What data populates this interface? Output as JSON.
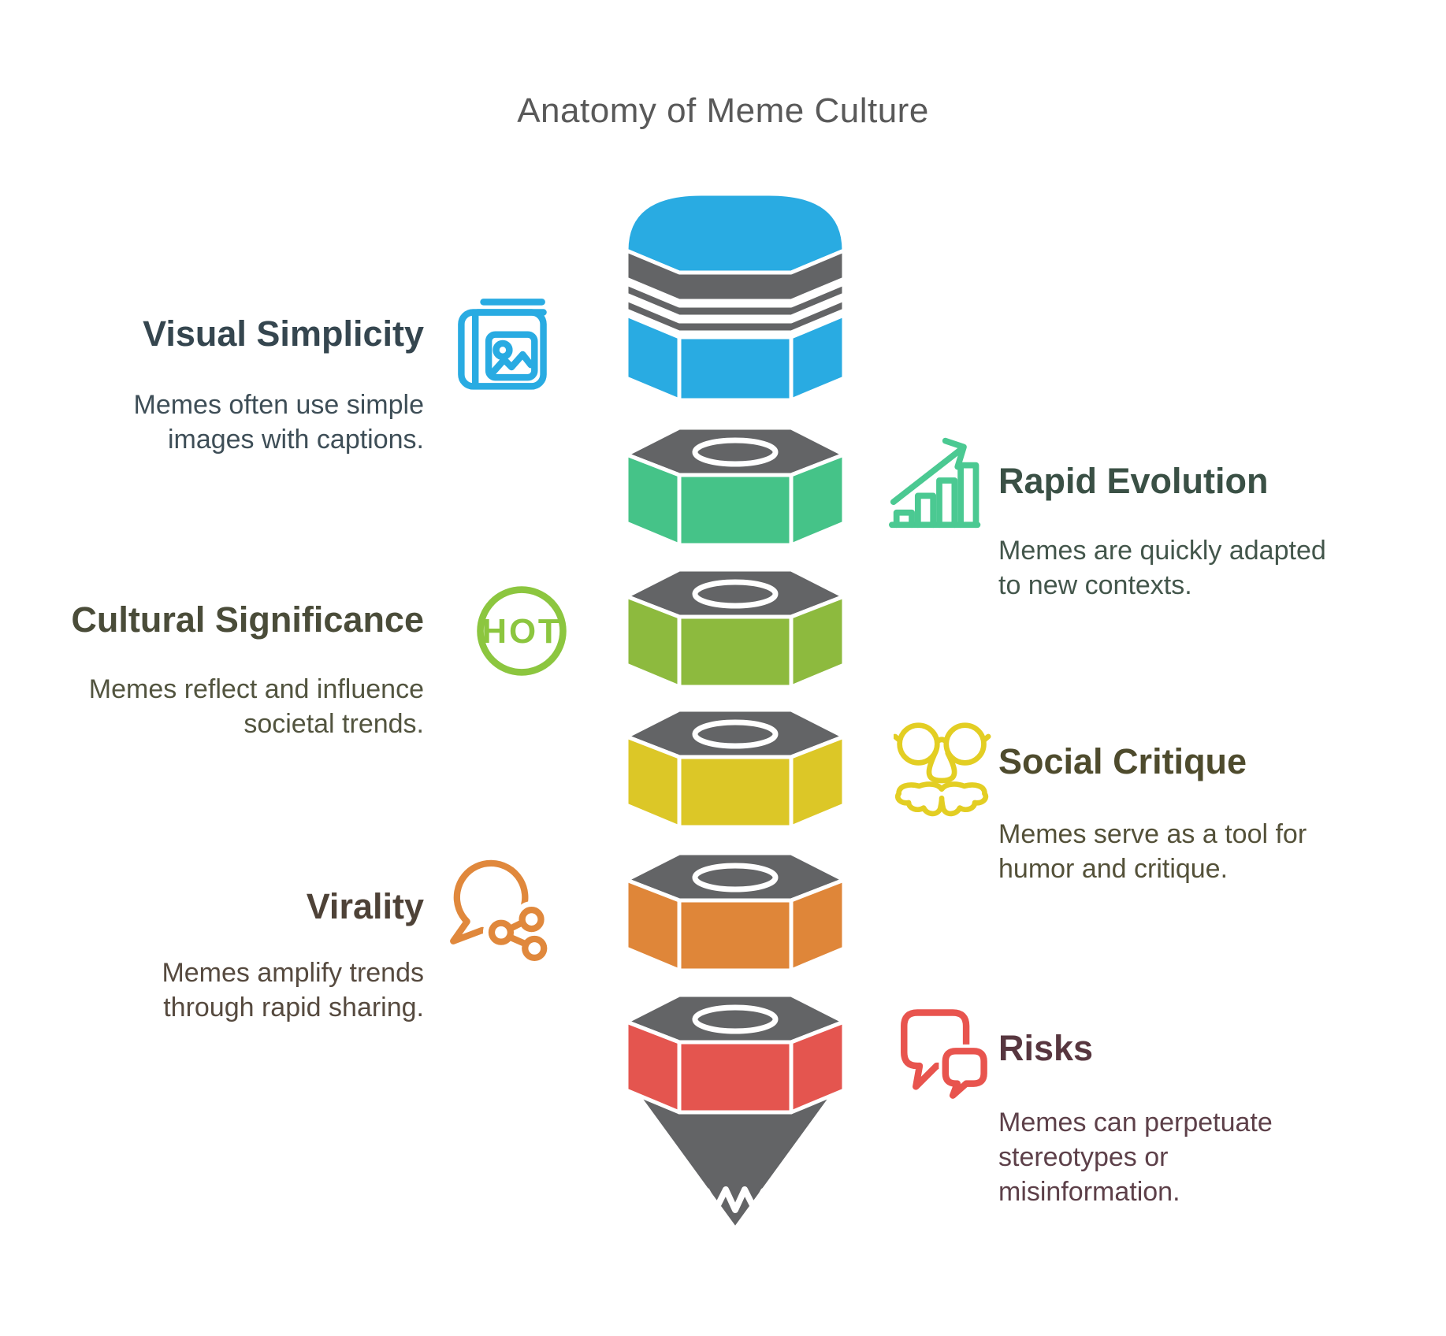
{
  "title": {
    "text": "Anatomy of Meme Culture",
    "color": "#595959"
  },
  "pencil": {
    "gray": "#636466",
    "separator": "#FFFFFF"
  },
  "sections": [
    {
      "id": "visual-simplicity",
      "side": "left",
      "heading": "Visual Simplicity",
      "description": "Memes often use simple images with captions.",
      "accent": "#29ABE2",
      "segment_color": "#29ABE2",
      "heading_color": "#35464F",
      "desc_color": "#3E4E57",
      "icon": "picture-book-icon"
    },
    {
      "id": "rapid-evolution",
      "side": "right",
      "heading": "Rapid Evolution",
      "description": "Memes are quickly adapted to new contexts.",
      "accent": "#4BC992",
      "segment_color": "#45C388",
      "heading_color": "#3A5045",
      "desc_color": "#43564B",
      "icon": "growth-chart-icon"
    },
    {
      "id": "cultural-significance",
      "side": "left",
      "heading": "Cultural Significance",
      "description": "Memes reflect and influence societal trends.",
      "accent": "#8CC63F",
      "segment_color": "#8DBA3E",
      "heading_color": "#4A4C39",
      "desc_color": "#52543F",
      "icon": "hot-badge-icon",
      "icon_text": "HOT"
    },
    {
      "id": "social-critique",
      "side": "right",
      "heading": "Social Critique",
      "description": "Memes serve as a tool for humor and critique.",
      "accent": "#E3CE23",
      "segment_color": "#DCC727",
      "heading_color": "#4E4B2D",
      "desc_color": "#545139",
      "icon": "groucho-glasses-icon"
    },
    {
      "id": "virality",
      "side": "left",
      "heading": "Virality",
      "description": "Memes amplify trends through rapid sharing.",
      "accent": "#E0883C",
      "segment_color": "#DF8639",
      "heading_color": "#4E4237",
      "desc_color": "#564A3F",
      "icon": "chat-share-icon"
    },
    {
      "id": "risks",
      "side": "right",
      "heading": "Risks",
      "description": "Memes can perpetuate stereotypes or misinformation.",
      "accent": "#E8544E",
      "segment_color": "#E4554F",
      "heading_color": "#57363F",
      "desc_color": "#5D4049",
      "icon": "chat-bubbles-icon"
    }
  ]
}
